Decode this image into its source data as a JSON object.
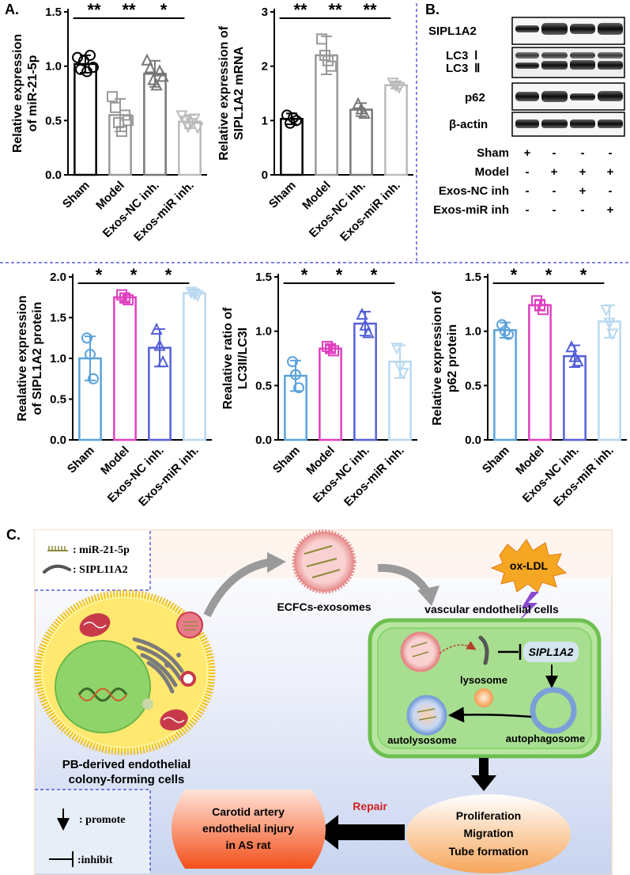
{
  "panels": {
    "a": "A.",
    "b": "B.",
    "c": "C."
  },
  "colors": {
    "sham_light": "#5ba3dc",
    "model_pink": "#e040c0",
    "nc_purple": "#5560d8",
    "mir_pale": "#b8d8f0",
    "bg_peach": "#fbeee5"
  },
  "chart_data": [
    {
      "type": "bar",
      "ylabel": "Relative expression\nof miR-21-5p",
      "categories": [
        "Sham",
        "Model",
        "Exos-NC inh.",
        "Exos-miR inh."
      ],
      "values": [
        1.02,
        0.55,
        0.93,
        0.49
      ],
      "errors": [
        0.08,
        0.15,
        0.12,
        0.06
      ],
      "points": [
        [
          1.08,
          0.97,
          1.05,
          0.95,
          1.1,
          0.99
        ],
        [
          0.72,
          0.62,
          0.48,
          0.4,
          0.55,
          0.5
        ],
        [
          1.05,
          0.98,
          0.87,
          0.82,
          0.95,
          0.9
        ],
        [
          0.55,
          0.5,
          0.45,
          0.48,
          0.52,
          0.44
        ]
      ],
      "markers": [
        "circle",
        "square",
        "triangle",
        "triangle-down"
      ],
      "ylim": [
        0,
        1.5
      ],
      "yticks": [
        "0.0",
        "0.5",
        "1.0",
        "1.5"
      ],
      "colors": [
        "#000000",
        "#999999",
        "#777777",
        "#bbbbbb"
      ],
      "sig": [
        {
          "from": 0,
          "to": 1,
          "label": "**"
        },
        {
          "from": 1,
          "to": 2,
          "label": "**"
        },
        {
          "from": 2,
          "to": 3,
          "label": "*"
        }
      ]
    },
    {
      "type": "bar",
      "ylabel": "Relative expression of\nSIPL1A2 mRNA",
      "categories": [
        "Sham",
        "Model",
        "Exos-NC inh.",
        "Exos-miR inh."
      ],
      "values": [
        1.03,
        2.2,
        1.2,
        1.65
      ],
      "errors": [
        0.1,
        0.35,
        0.12,
        0.06
      ],
      "points": [
        [
          1.1,
          0.95,
          1.05,
          1.0
        ],
        [
          2.5,
          2.2,
          2.1,
          2.0
        ],
        [
          1.3,
          1.2,
          1.12
        ],
        [
          1.7,
          1.65,
          1.62
        ]
      ],
      "markers": [
        "circle",
        "square",
        "triangle",
        "triangle-down"
      ],
      "ylim": [
        0,
        3
      ],
      "yticks": [
        "0",
        "1",
        "2",
        "3"
      ],
      "colors": [
        "#000000",
        "#999999",
        "#777777",
        "#bbbbbb"
      ],
      "sig": [
        {
          "from": 0,
          "to": 1,
          "label": "**"
        },
        {
          "from": 1,
          "to": 2,
          "label": "**"
        },
        {
          "from": 2,
          "to": 3,
          "label": "**"
        }
      ]
    },
    {
      "type": "bar",
      "ylabel": "Realative expression\nof SIPL1A2 protein",
      "categories": [
        "Sham",
        "Model",
        "Exos-NC inh.",
        "Exos-miR inh."
      ],
      "values": [
        1.0,
        1.75,
        1.13,
        1.8
      ],
      "errors": [
        0.27,
        0.05,
        0.23,
        0.03
      ],
      "points": [
        [
          1.25,
          1.05,
          0.75
        ],
        [
          1.78,
          1.74,
          1.72
        ],
        [
          1.35,
          1.15,
          0.95
        ],
        [
          1.82,
          1.8,
          1.78
        ]
      ],
      "markers": [
        "circle",
        "square",
        "triangle",
        "triangle-down"
      ],
      "ylim": [
        0,
        2.0
      ],
      "yticks": [
        "0.0",
        "0.5",
        "1.0",
        "1.5",
        "2.0"
      ],
      "colors": [
        "#5ba3dc",
        "#e040c0",
        "#5560d8",
        "#b8d8f0"
      ],
      "sig": [
        {
          "from": 0,
          "to": 1,
          "label": "*"
        },
        {
          "from": 1,
          "to": 2,
          "label": "*"
        },
        {
          "from": 2,
          "to": 3,
          "label": "*"
        }
      ]
    },
    {
      "type": "bar",
      "ylabel": "Realative ratio of\nLC3II/LC3I",
      "categories": [
        "Sham",
        "Model",
        "Exos-NC inh.",
        "Exos-miR inh."
      ],
      "values": [
        0.59,
        0.84,
        1.07,
        0.72
      ],
      "errors": [
        0.14,
        0.03,
        0.11,
        0.15
      ],
      "points": [
        [
          0.72,
          0.6,
          0.48
        ],
        [
          0.86,
          0.84,
          0.82
        ],
        [
          1.15,
          1.05,
          0.98
        ],
        [
          0.85,
          0.68,
          0.62
        ]
      ],
      "markers": [
        "circle",
        "square",
        "triangle",
        "triangle-down"
      ],
      "ylim": [
        0,
        1.5
      ],
      "yticks": [
        "0.0",
        "0.5",
        "1.0",
        "1.5"
      ],
      "colors": [
        "#5ba3dc",
        "#e040c0",
        "#5560d8",
        "#b8d8f0"
      ],
      "sig": [
        {
          "from": 0,
          "to": 1,
          "label": "*"
        },
        {
          "from": 1,
          "to": 2,
          "label": "*"
        },
        {
          "from": 2,
          "to": 3,
          "label": "*"
        }
      ]
    },
    {
      "type": "bar",
      "ylabel": "Relative expression of\np62 protein",
      "categories": [
        "Sham",
        "Model",
        "Exos-NC inh.",
        "Exos-miR inh."
      ],
      "values": [
        1.01,
        1.24,
        0.77,
        1.09
      ],
      "errors": [
        0.07,
        0.05,
        0.1,
        0.15
      ],
      "points": [
        [
          1.06,
          1.0,
          0.97
        ],
        [
          1.28,
          1.24,
          1.2
        ],
        [
          0.85,
          0.76,
          0.72
        ],
        [
          1.2,
          1.08,
          0.98
        ]
      ],
      "markers": [
        "circle",
        "square",
        "triangle",
        "triangle-down"
      ],
      "ylim": [
        0,
        1.5
      ],
      "yticks": [
        "0.0",
        "0.5",
        "1.0",
        "1.5"
      ],
      "colors": [
        "#5ba3dc",
        "#e040c0",
        "#5560d8",
        "#b8d8f0"
      ],
      "sig": [
        {
          "from": 0,
          "to": 1,
          "label": "*"
        },
        {
          "from": 1,
          "to": 2,
          "label": "*"
        },
        {
          "from": 2,
          "to": 3,
          "label": "*"
        }
      ]
    }
  ],
  "blot": {
    "rows": [
      {
        "label": "SIPL1A2"
      },
      {
        "label": "LC3",
        "sub1": "Ⅰ",
        "label2": "LC3",
        "sub2": "Ⅱ"
      },
      {
        "label": "p62"
      },
      {
        "label": "β-actin"
      }
    ],
    "conditions": [
      {
        "label": "Sham",
        "marks": [
          "+",
          "-",
          "-",
          "-"
        ]
      },
      {
        "label": "Model",
        "marks": [
          "-",
          "+",
          "+",
          "+"
        ]
      },
      {
        "label": "Exos-NC inh",
        "marks": [
          "-",
          "-",
          "+",
          "-"
        ]
      },
      {
        "label": "Exos-miR inh",
        "marks": [
          "-",
          "-",
          "-",
          "+"
        ]
      }
    ]
  },
  "schematic": {
    "legend_mir": ": miR-21-5p",
    "legend_sipl": ": SIPL11A2",
    "exosomes": "ECFCs-exosomes",
    "oxldl": "ox-LDL",
    "vascular": "vascular endothelial cells",
    "sipl1a2": "SIPL1A2",
    "lysosome": "lysosome",
    "autolysosome": "autolysosome",
    "autophagosome": "autophagosome",
    "ecfc_line1": "PB-derived endothelial",
    "ecfc_line2": "colony-forming  cells",
    "promote": ": promote",
    "inhibit": ":inhibit",
    "injury_line1": "Carotid artery",
    "injury_line2": "endothelial injury",
    "injury_line3": "in AS rat",
    "repair": "Repair",
    "prolif": "Proliferation",
    "migration": "Migration",
    "tube": "Tube formation"
  }
}
